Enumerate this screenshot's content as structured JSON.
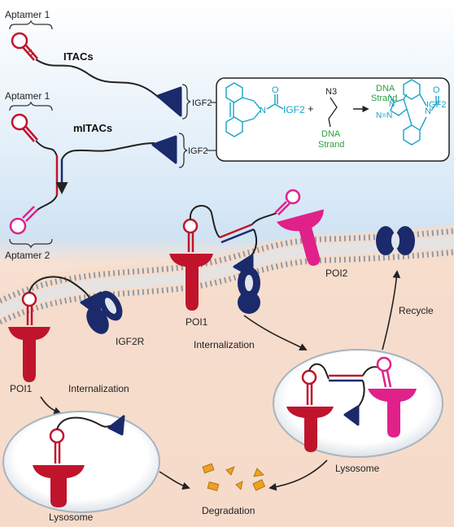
{
  "labels": {
    "aptamer1_top": "Aptamer 1",
    "itacs": "ITACs",
    "igf2_top": "IGF2",
    "aptamer1_mid": "Aptamer 1",
    "mitacs": "mITACs",
    "igf2_mid": "IGF2",
    "aptamer2": "Aptamer 2",
    "poi1_left": "POI1",
    "internalization_left": "Internalization",
    "igf2r": "IGF2R",
    "poi1_mid": "POI1",
    "internalization_mid": "Internalization",
    "poi2": "POI2",
    "recycle": "Recycle",
    "lysosome_left": "Lysosome",
    "lysosome_right": "Lysosome",
    "degradation": "Degradation"
  },
  "reaction": {
    "igf2_reactant": "IGF2",
    "plus": "+",
    "azide": "N3",
    "dna_reactant_line1": "DNA",
    "dna_reactant_line2": "Strand",
    "dna_product_line1": "DNA",
    "dna_product_line2": "Strand",
    "igf2_product": "IGF2",
    "n_atom": "N",
    "o_atom": "O",
    "triazole_n1": "N",
    "triazole_n2": "N=N"
  },
  "colors": {
    "poi1_red": "#c0142c",
    "poi2_magenta": "#e0218a",
    "igf2r_navy": "#1b2a6b",
    "chem_cyan": "#1aa3c4",
    "dna_green": "#2e9e3e",
    "fragment_orange": "#f0a020"
  }
}
